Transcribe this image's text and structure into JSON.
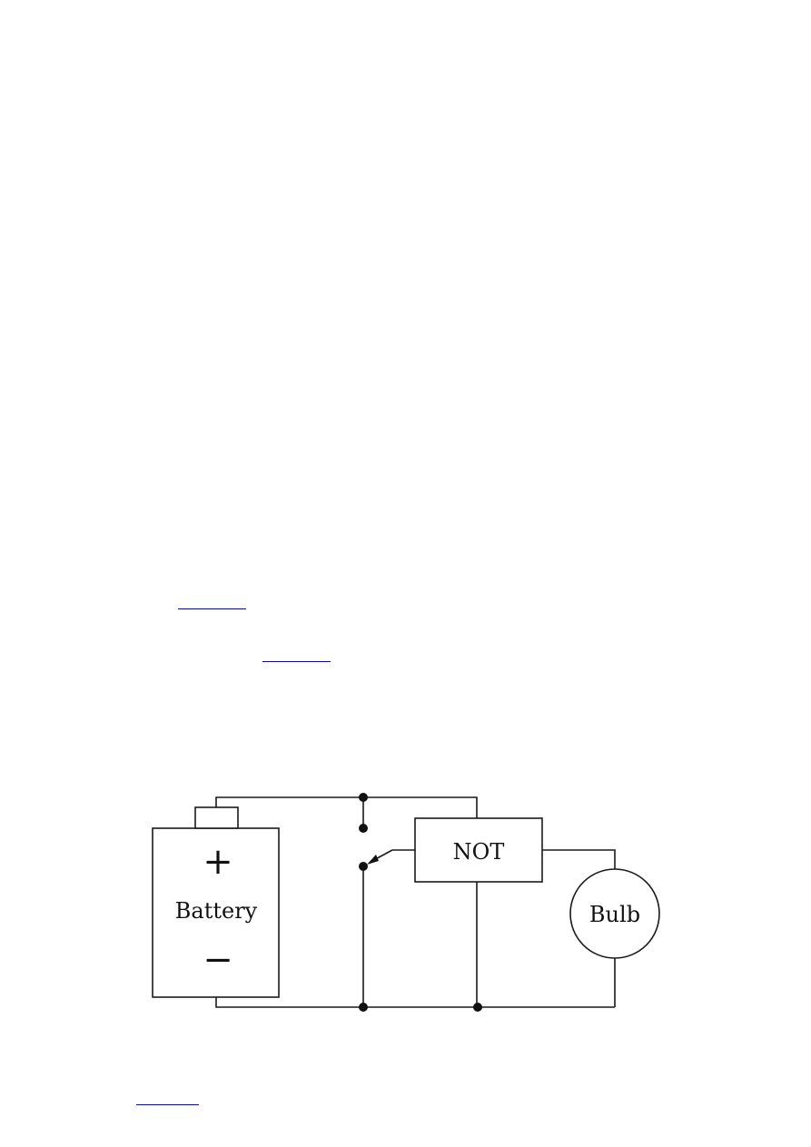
{
  "diagram": {
    "battery": {
      "label": "Battery",
      "plus": "+",
      "minus": "−"
    },
    "gate": {
      "label": "NOT"
    },
    "bulb": {
      "label": "Bulb"
    }
  },
  "colors": {
    "wire": "#1a1a1a",
    "link": "#0000ee"
  }
}
